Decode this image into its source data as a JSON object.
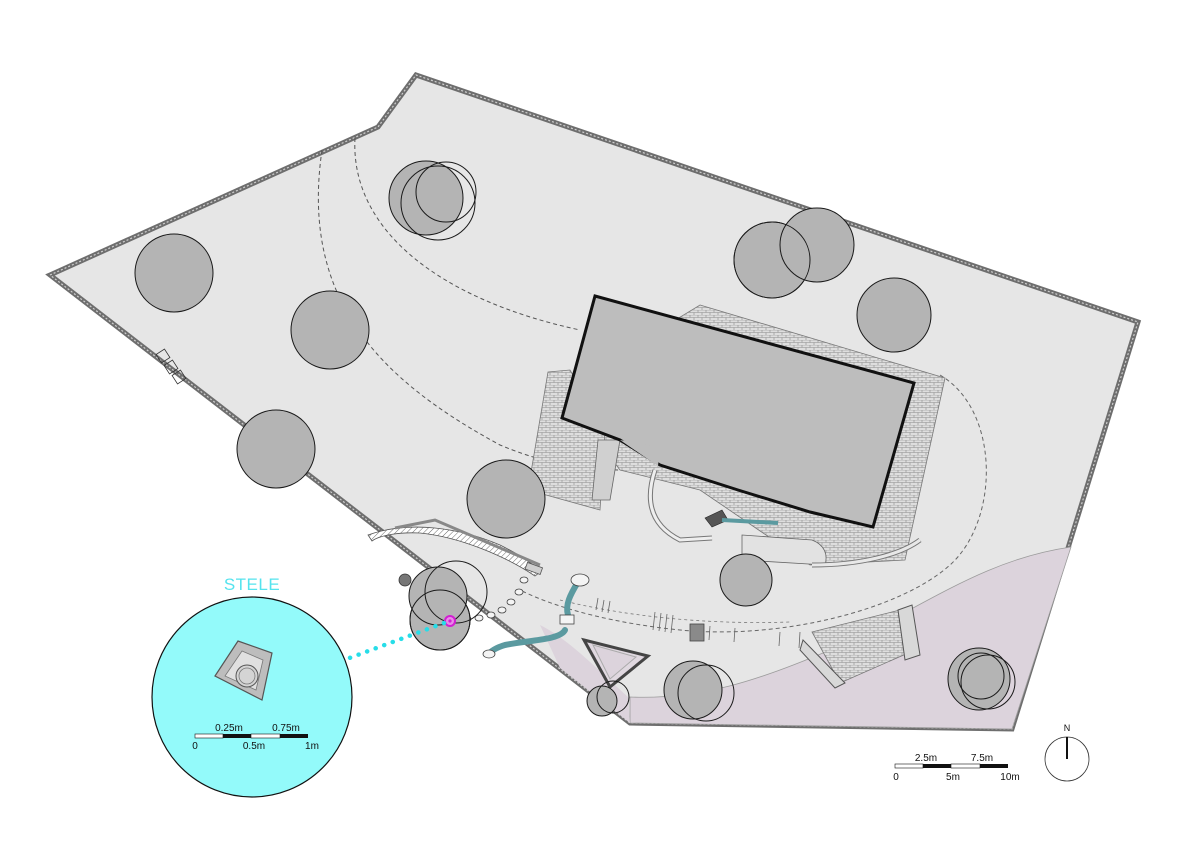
{
  "detail": {
    "title": "STELE",
    "scale": {
      "top_labels": [
        "0.25m",
        "0.75m"
      ],
      "bottom_labels": [
        "0",
        "0.5m",
        "1m"
      ]
    }
  },
  "site_scale": {
    "top_labels": [
      "2.5m",
      "7.5m"
    ],
    "bottom_labels": [
      "0",
      "5m",
      "10m"
    ]
  },
  "north": {
    "label": "N"
  },
  "colors": {
    "site_fill": "#e6e6e6",
    "tree_fill": "#b4b4b4",
    "building_fill": "#bdbdbd",
    "meadow_fill": "#dcd3dc",
    "detail_fill": "#93fafa",
    "path_teal": "#5b9aa0",
    "marker_magenta": "#d21fd2",
    "callout_dots": "#27dde8"
  }
}
